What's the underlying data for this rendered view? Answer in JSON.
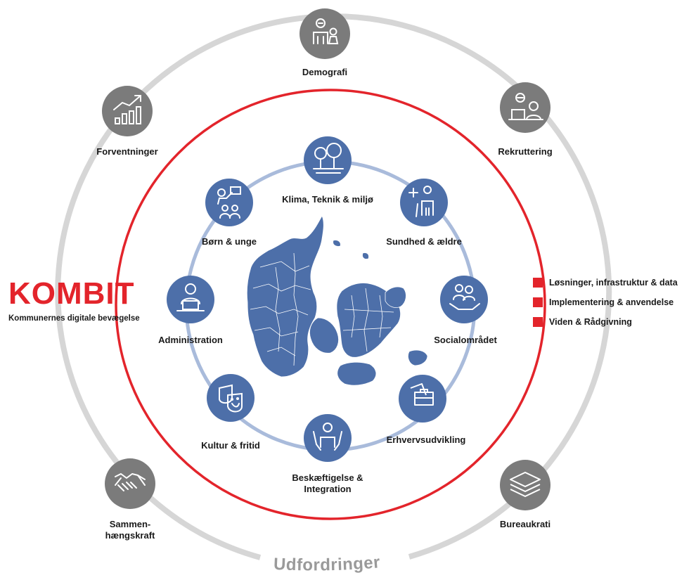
{
  "colors": {
    "outer_ring": "#d6d6d6",
    "outer_circle": "#7b7b7b",
    "red_ring": "#e3242b",
    "inner_ring": "#a9bbdb",
    "inner_circle": "#4d6fa9",
    "map": "#4d6fa9",
    "brand": "#e3242b"
  },
  "challenges": {
    "demografi": "Demografi",
    "rekruttering": "Rekruttering",
    "forventninger": "Forventninger",
    "sammenhaengskraft": "Sammen-\nhængskraft",
    "bureaukrati": "Bureaukrati",
    "ring_title": "Udfordringer"
  },
  "areas": {
    "klima": "Klima, Teknik & miljø",
    "born": "Børn & unge",
    "sundhed": "Sundhed & ældre",
    "administration": "Administration",
    "social": "Socialområdet",
    "kultur": "Kultur & fritid",
    "erhverv": "Erhvervsudvikling",
    "beskaeftigelse": "Beskæftigelse & Integration"
  },
  "logo": {
    "wordmark": "KOMBIT",
    "tagline": "Kommunernes digitale bevægelse"
  },
  "legend": [
    "Løsninger, infrastruktur & data",
    "Implementering & anvendelse",
    "Viden & Rådgivning"
  ],
  "icons": {
    "demografi": "family-icon",
    "rekruttering": "interview-icon",
    "forventninger": "growth-chart-icon",
    "sammenhaengskraft": "handshake-icon",
    "bureaukrati": "layers-icon",
    "klima": "trees-icon",
    "born": "classroom-icon",
    "sundhed": "elderly-care-icon",
    "administration": "office-worker-icon",
    "social": "care-hand-icon",
    "kultur": "theater-masks-icon",
    "erhverv": "briefcase-icon",
    "beskaeftigelse": "supported-person-icon",
    "map": "denmark-map"
  }
}
